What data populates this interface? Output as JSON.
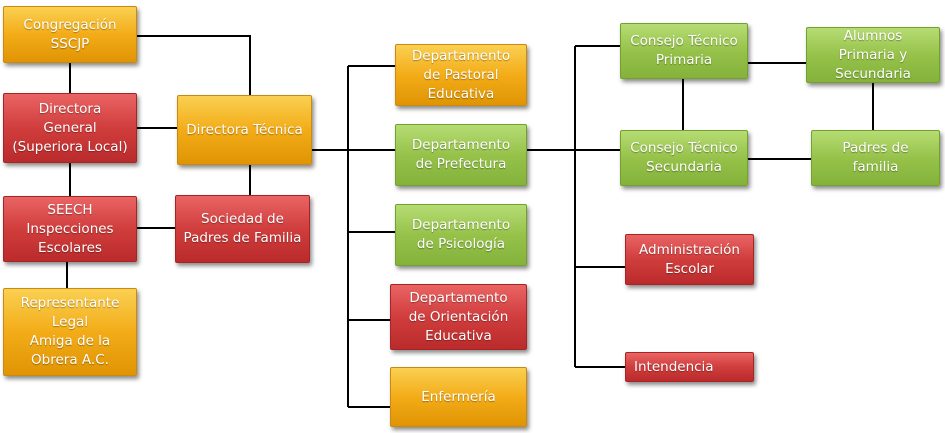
{
  "colors": {
    "orange": "#f3ac18",
    "red": "#d03d3d",
    "green": "#96c24a",
    "connector": "#000000"
  },
  "nodes": {
    "congregacion": "Congregación\nSSCJP",
    "directora_general": "Directora\nGeneral\n(Superiora Local)",
    "seech": "SEECH\nInspecciones\nEscolares",
    "representante": "Representante\nLegal\nAmiga de la\nObrera A.C.",
    "directora_tecnica": "Directora Técnica",
    "sociedad_padres": "Sociedad de\nPadres de Familia",
    "pastoral": "Departamento\nde Pastoral\nEducativa",
    "prefectura": "Departamento\nde Prefectura",
    "psicologia": "Departamento\nde Psicología",
    "orientacion": "Departamento\nde Orientación\nEducativa",
    "enfermeria": "Enfermería",
    "consejo_primaria": "Consejo Técnico\nPrimaria",
    "consejo_secundaria": "Consejo Técnico\nSecundaria",
    "alumnos": "Alumnos\nPrimaria y\nSecundaria",
    "padres_familia": "Padres de\nfamilia",
    "administracion": "Administración\nEscolar",
    "intendencia": "Intendencia"
  }
}
